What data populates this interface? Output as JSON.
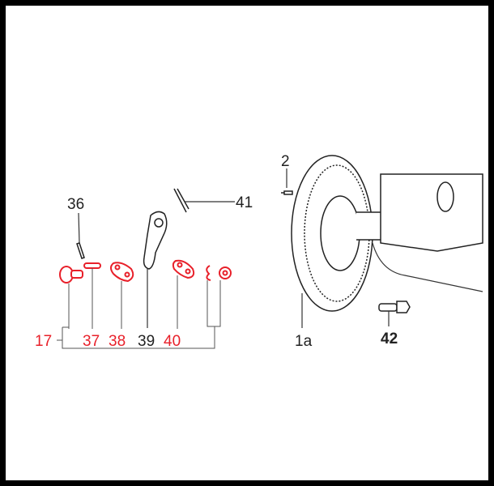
{
  "diagram": {
    "labels": {
      "p36": "36",
      "p41": "41",
      "p2": "2",
      "p17": "17",
      "p37": "37",
      "p38": "38",
      "p39": "39",
      "p40": "40",
      "p1a": "1a",
      "p42": "42"
    },
    "colors": {
      "highlight": "#e8202a",
      "line": "#222222",
      "frame": "#000000"
    }
  }
}
